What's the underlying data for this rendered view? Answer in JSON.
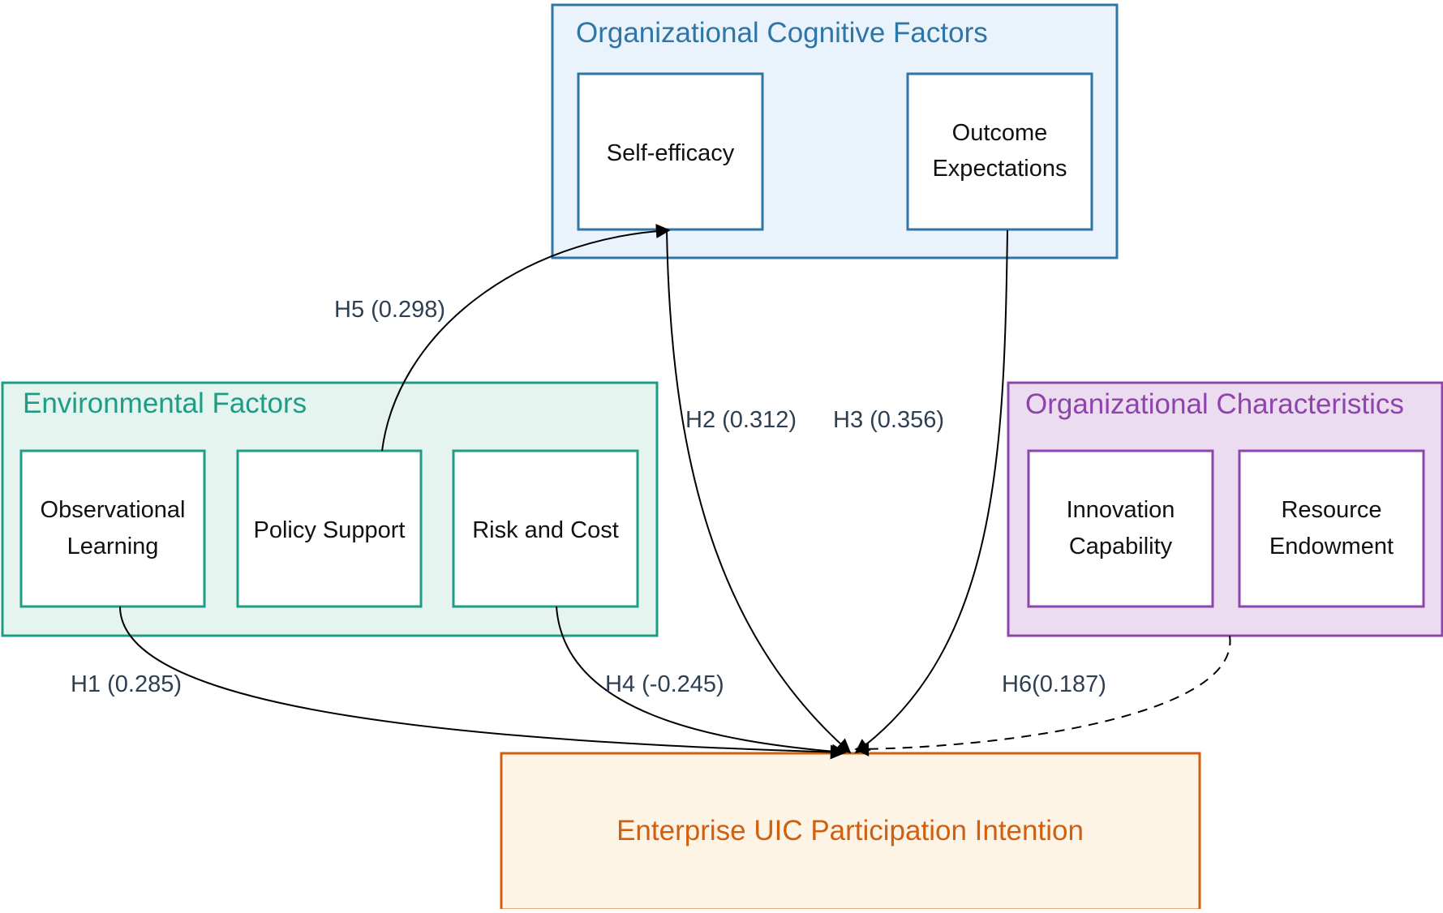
{
  "colors": {
    "cognitive": "#2e76a6",
    "cognitive_fill": "#eaf3fb",
    "environmental": "#1e9c86",
    "environmental_fill": "#e6f4f0",
    "organizational": "#8e44ad",
    "organizational_fill": "#ecdcef",
    "target": "#cf6010",
    "target_fill": "#fdf4e6",
    "edge": "#000000",
    "label": "#2e3f52"
  },
  "groups": {
    "cognitive": {
      "title": "Organizational Cognitive Factors",
      "nodes": {
        "self_efficacy": [
          "Self-efficacy"
        ],
        "outcome_expectations": [
          "Outcome",
          "Expectations"
        ]
      }
    },
    "environmental": {
      "title": "Environmental Factors",
      "nodes": {
        "observational_learning": [
          "Observational",
          "Learning"
        ],
        "policy_support": [
          "Policy Support"
        ],
        "risk_and_cost": [
          "Risk and Cost"
        ]
      }
    },
    "organizational": {
      "title": "Organizational Characteristics",
      "nodes": {
        "innovation_capability": [
          "Innovation",
          "Capability"
        ],
        "resource_endowment": [
          "Resource",
          "Endowment"
        ]
      }
    }
  },
  "target": {
    "label": "Enterprise UIC Participation Intention"
  },
  "edges": [
    {
      "id": "H1",
      "from": "Observational Learning",
      "to": "Enterprise UIC Participation Intention",
      "label": "H1 (0.285)",
      "coefficient": 0.285,
      "style": "solid"
    },
    {
      "id": "H2",
      "from": "Self-efficacy",
      "to": "Enterprise UIC Participation Intention",
      "label": "H2 (0.312)",
      "coefficient": 0.312,
      "style": "solid"
    },
    {
      "id": "H3",
      "from": "Outcome Expectations",
      "to": "Enterprise UIC Participation Intention",
      "label": "H3 (0.356)",
      "coefficient": 0.356,
      "style": "solid"
    },
    {
      "id": "H4",
      "from": "Risk and Cost",
      "to": "Enterprise UIC Participation Intention",
      "label": "H4 (-0.245)",
      "coefficient": -0.245,
      "style": "solid"
    },
    {
      "id": "H5",
      "from": "Policy Support",
      "to": "Self-efficacy",
      "label": "H5 (0.298)",
      "coefficient": 0.298,
      "style": "solid"
    },
    {
      "id": "H6",
      "from": "Organizational Characteristics",
      "to": "Enterprise UIC Participation Intention",
      "label": "H6(0.187)",
      "coefficient": 0.187,
      "style": "dashed"
    }
  ]
}
